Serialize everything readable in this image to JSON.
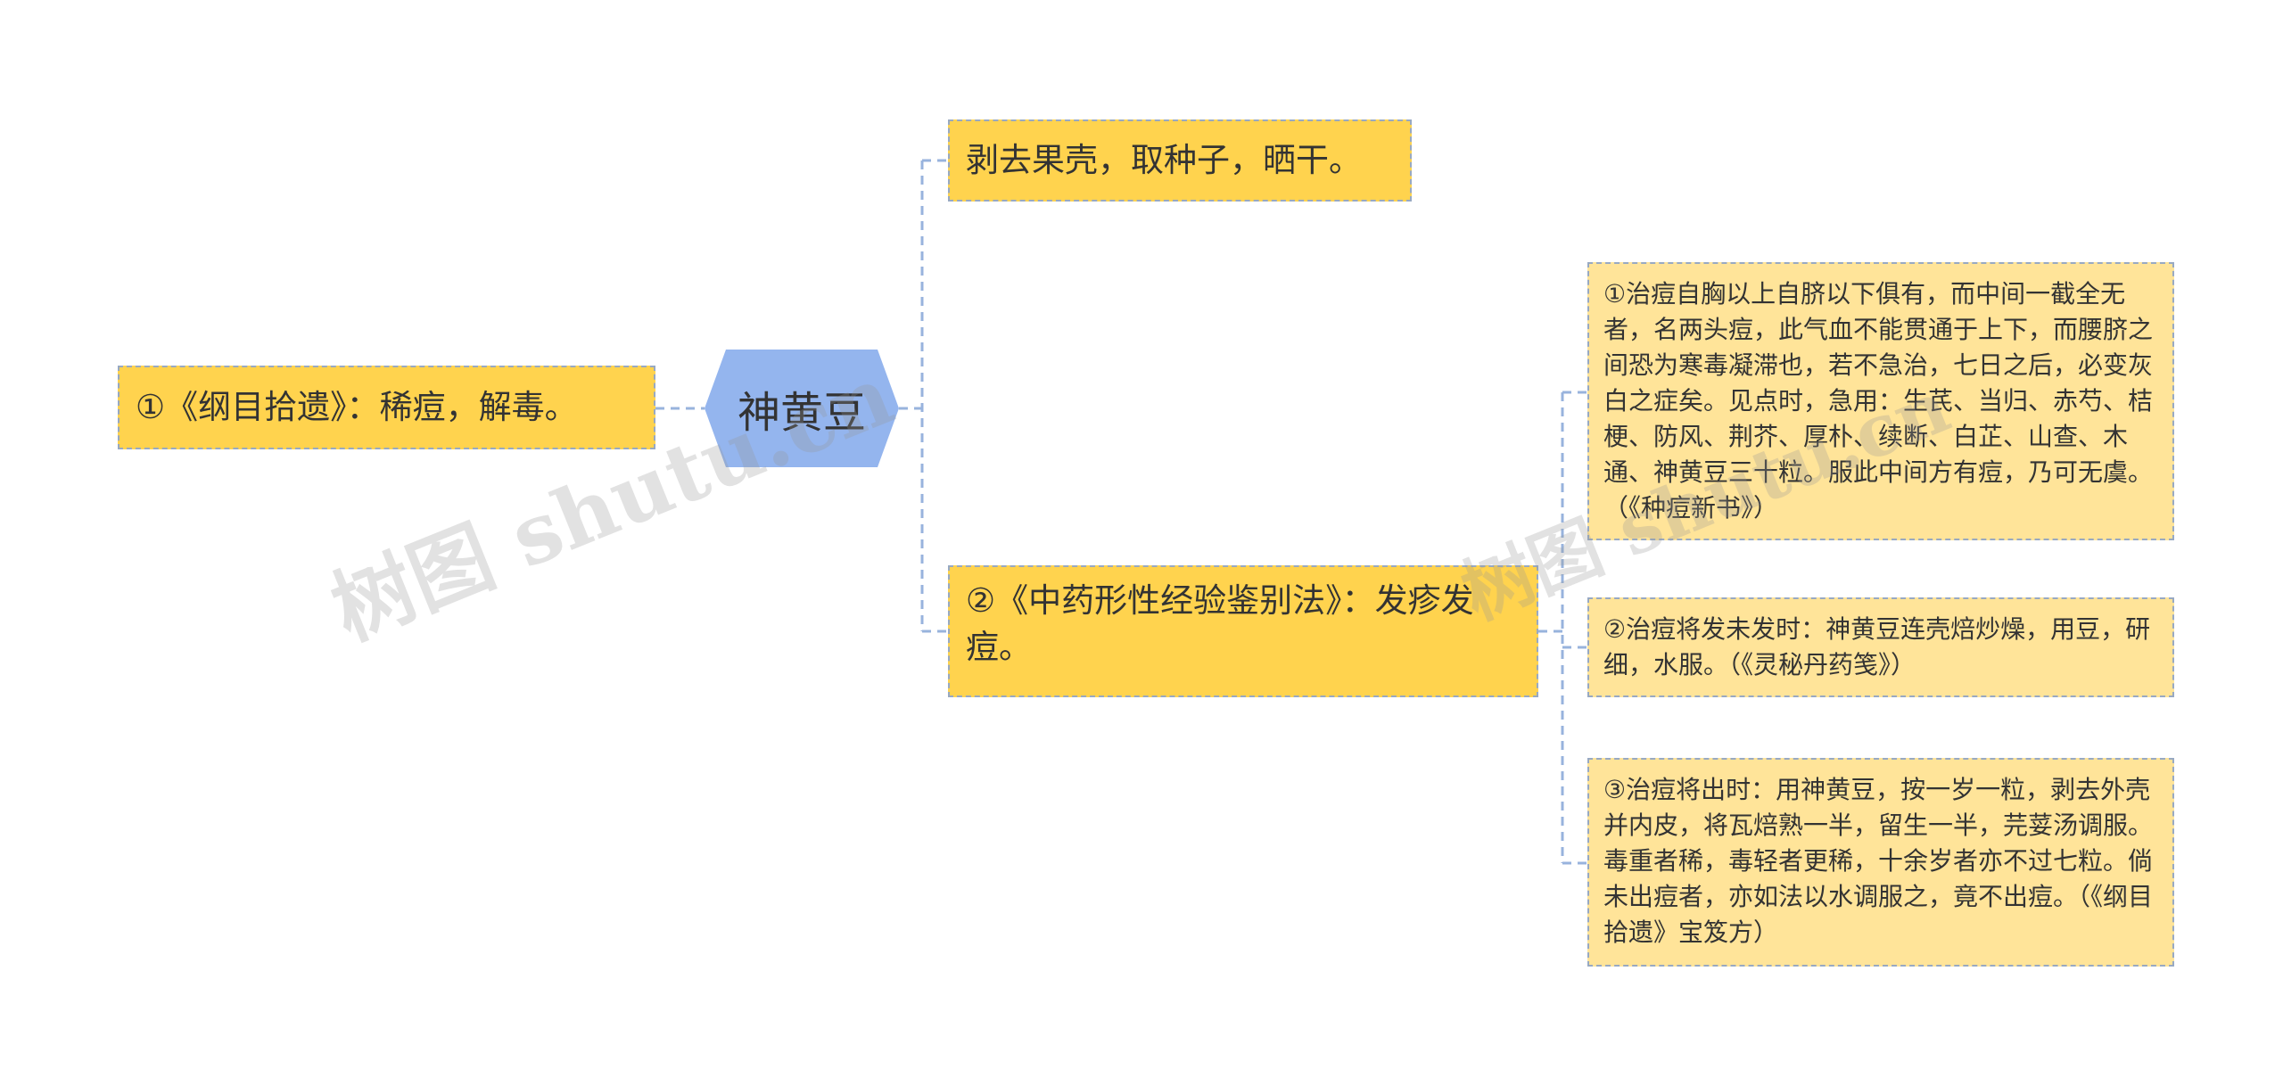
{
  "root": {
    "label": "神黄豆"
  },
  "left": {
    "label": "①《纲目拾遗》：稀痘，解毒。"
  },
  "right": [
    {
      "label": "剥去果壳，取种子，晒干。"
    },
    {
      "label": "②《中药形性经验鉴别法》：发疹发痘。"
    }
  ],
  "children": [
    {
      "label": "①治痘自胸以上自脐以下俱有，而中间一截全无者，名两头痘，此气血不能贯通于上下，而腰脐之间恐为寒毒凝滞也，若不急治，七日之后，必变灰白之症矣。见点时，急用：生芪、当归、赤芍、桔梗、防风、荆芥、厚朴、续断、白芷、山查、木通、神黄豆三十粒。服此中间方有痘，乃可无虞。（《种痘新书》）"
    },
    {
      "label": "②治痘将发未发时：神黄豆连壳焙炒燥，用豆，研细，水服。（《灵秘丹药笺》）"
    },
    {
      "label": "③治痘将出时：用神黄豆，按一岁一粒，剥去外壳并内皮，将瓦焙熟一半，留生一半，芫荽汤调服。毒重者稀，毒轻者更稀，十余岁者亦不过七粒。倘未出痘者，亦如法以水调服之，竟不出痘。（《纲目拾遗》宝笈方）"
    }
  ],
  "watermark": "树图 shutu.cn",
  "colors": {
    "root_fill": "#94b5ee",
    "node_l1": "#ffd34e",
    "node_l2": "#ffe499",
    "border": "#98a9c2",
    "link": "#98b3dd"
  }
}
